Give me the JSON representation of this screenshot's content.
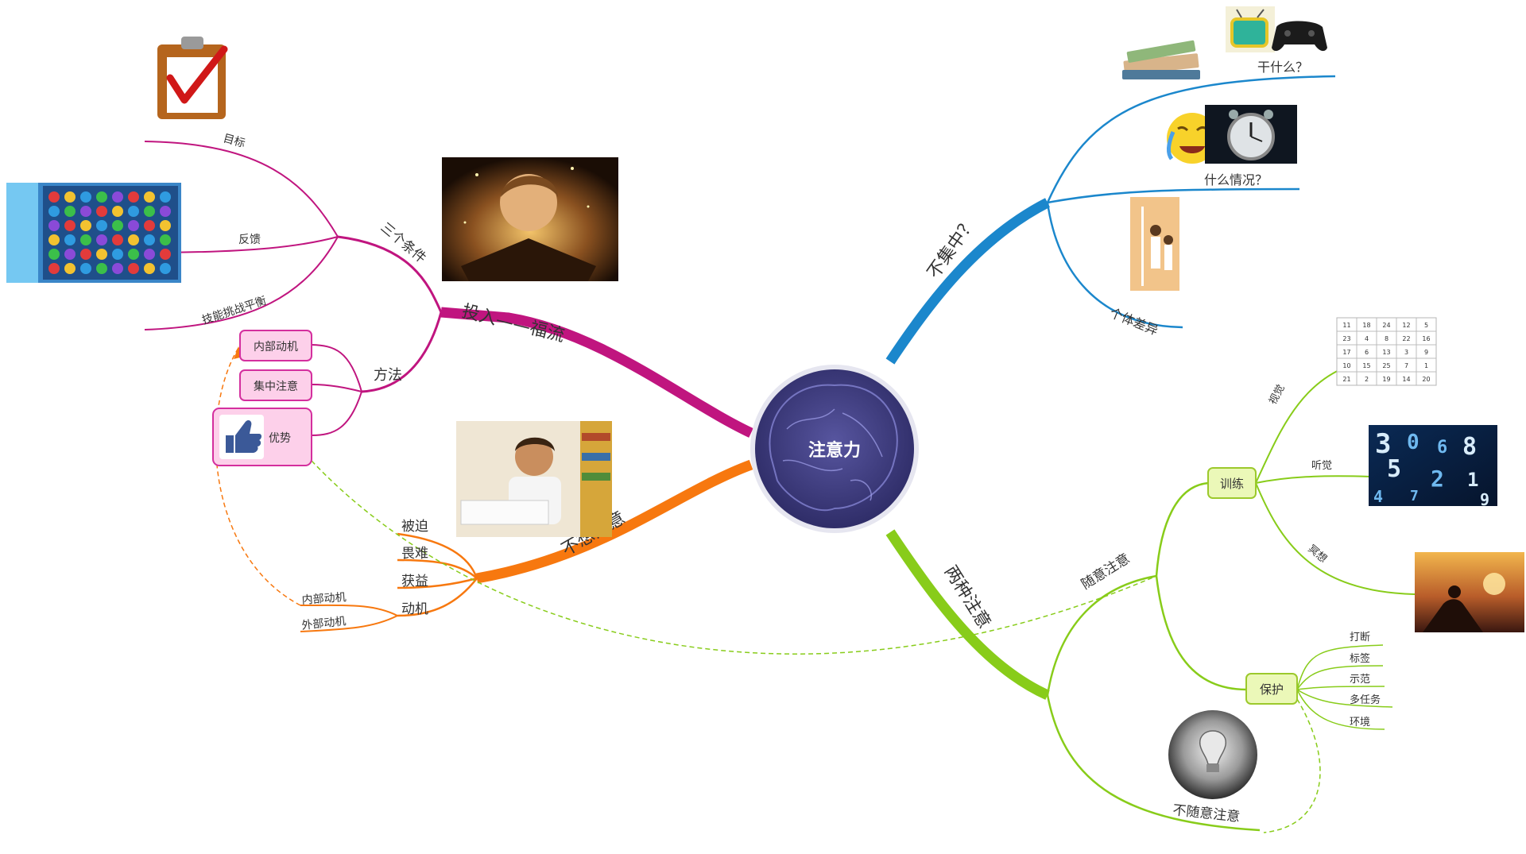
{
  "center": {
    "label": "注意力"
  },
  "colors": {
    "magenta": "#c0157f",
    "orange": "#f7780f",
    "blue": "#1b87cc",
    "green": "#88cc1a",
    "center_fill": "#3c3a7c",
    "center_ring": "#e0e0ee",
    "box_fill": "#fdd0ea",
    "box_stroke": "#d42f9e",
    "green_box_fill": "#ebf8b8",
    "green_box_stroke": "#9cc92c"
  },
  "branches": {
    "flow": {
      "label": "投入——福流",
      "conditions": {
        "label": "三个条件",
        "items": [
          "目标",
          "反馈",
          "技能挑战平衡"
        ]
      },
      "methods": {
        "label": "方法",
        "items": [
          "内部动机",
          "集中注意",
          "优势"
        ]
      }
    },
    "unwilling": {
      "label": "不想注意",
      "items": [
        "被迫",
        "畏难",
        "获益",
        "动机"
      ],
      "motivation": [
        "内部动机",
        "外部动机"
      ]
    },
    "unfocused": {
      "label": "不集中？",
      "items": [
        "干什么？",
        "什么情况？",
        "个体差异"
      ]
    },
    "two_kinds": {
      "label": "两种注意",
      "voluntary": {
        "label": "随意注意",
        "training": {
          "label": "训练",
          "items": [
            "视觉",
            "听觉",
            "冥想"
          ]
        },
        "protection": {
          "label": "保护",
          "items": [
            "打断",
            "标签",
            "示范",
            "多任务",
            "环境"
          ]
        }
      },
      "involuntary": {
        "label": "不随意注意"
      }
    }
  },
  "schulte_grid": [
    [
      "11",
      "18",
      "24",
      "12",
      "5"
    ],
    [
      "23",
      "4",
      "8",
      "22",
      "16"
    ],
    [
      "17",
      "6",
      "13",
      "3",
      "9"
    ],
    [
      "10",
      "15",
      "25",
      "7",
      "1"
    ],
    [
      "21",
      "2",
      "19",
      "14",
      "20"
    ]
  ],
  "digits_art": [
    "3",
    "0",
    "5",
    "6",
    "8",
    "2",
    "1",
    "7",
    "9",
    "4"
  ]
}
